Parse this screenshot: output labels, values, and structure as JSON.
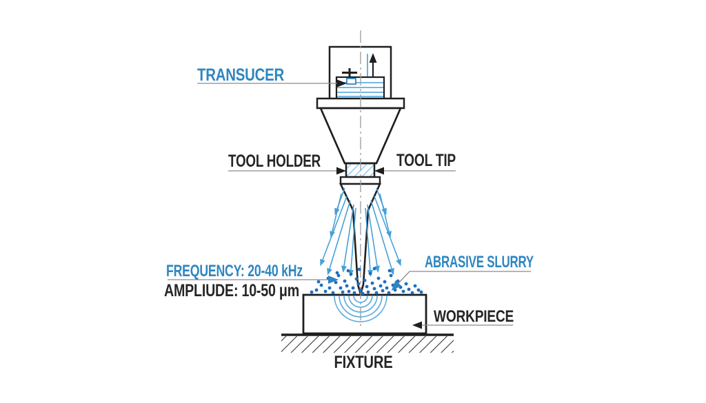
{
  "labels": {
    "transducer": "TRANSUCER",
    "tool_holder": "TOOL HOLDER",
    "tool_tip": "TOOL TIP",
    "frequency": "FREQUENCY: 20-40 kHz",
    "amplitude": "AMPLIUDE: 10-50 μm",
    "abrasive_slurry": "ABRASIVE SLURRY",
    "workpiece": "WORKPIECE",
    "fixture": "FIXTURE"
  },
  "colors": {
    "accent_blue": "#2E86C1",
    "arrow_blue": "#45A0D8",
    "particle_blue": "#1F6FBF",
    "wave_blue": "#5FACDE",
    "hatch_blue": "#79C0E8",
    "line_black": "#1F1F1F",
    "leader_gray": "#8A8A8A",
    "background": "#FFFFFF"
  }
}
